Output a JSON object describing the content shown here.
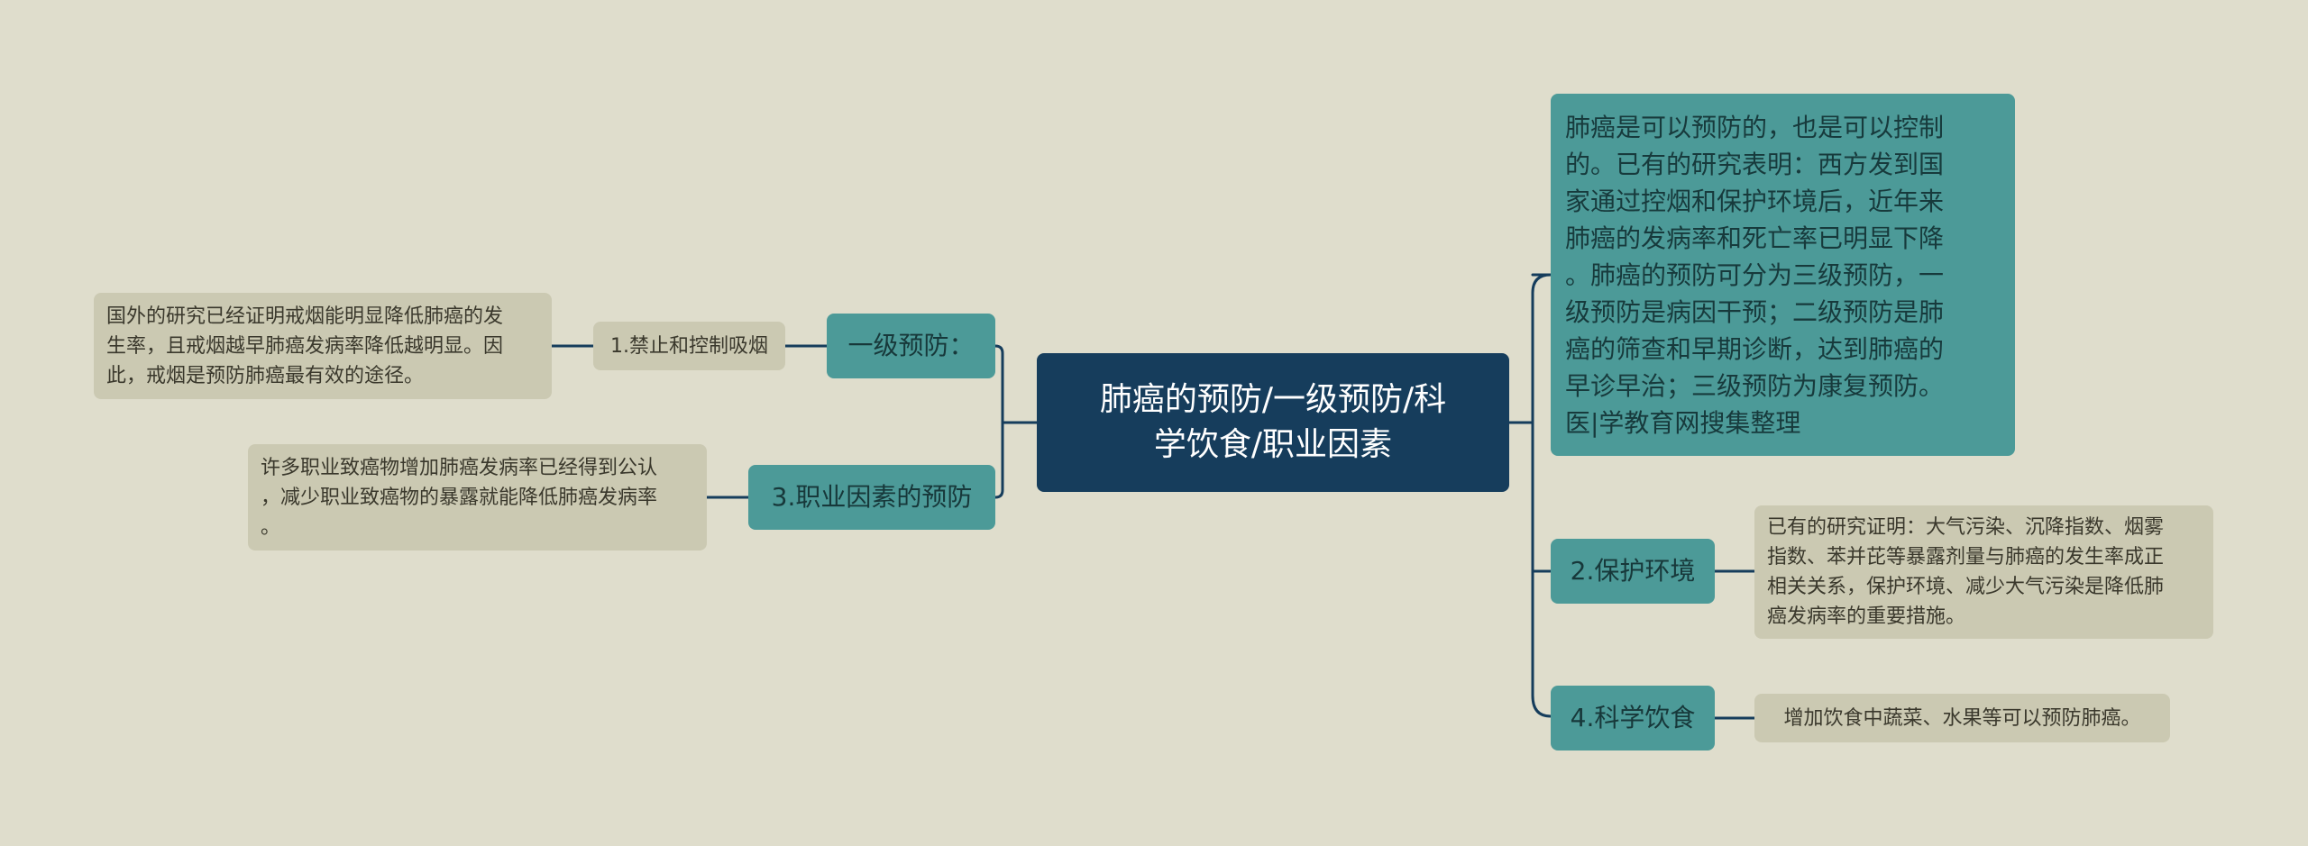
{
  "mindmap": {
    "root": {
      "label": "肺癌的预防/一级预防/科\n学饮食/职业因素"
    },
    "left_branches": [
      {
        "label": "一级预防：",
        "sub": {
          "label": "1.禁止和控制吸烟",
          "detail": "国外的研究已经证明戒烟能明显降低肺癌的发\n生率，且戒烟越早肺癌发病率降低越明显。因\n此，戒烟是预防肺癌最有效的途径。"
        }
      },
      {
        "label": "3.职业因素的预防",
        "detail": "许多职业致癌物增加肺癌发病率已经得到公认\n，减少职业致癌物的暴露就能降低肺癌发病率\n。"
      }
    ],
    "right_branches": [
      {
        "label": "肺癌是可以预防的，也是可以控制\n的。已有的研究表明：西方发到国\n家通过控烟和保护环境后，近年来\n肺癌的发病率和死亡率已明显下降\n。肺癌的预防可分为三级预防，一\n级预防是病因干预；二级预防是肺\n癌的筛查和早期诊断，达到肺癌的\n早诊早治；三级预防为康复预防。\n医|学教育网搜集整理"
      },
      {
        "label": "2.保护环境",
        "detail": "已有的研究证明：大气污染、沉降指数、烟雾\n指数、苯并芘等暴露剂量与肺癌的发生率成正\n相关关系，保护环境、减少大气污染是降低肺\n癌发病率的重要措施。"
      },
      {
        "label": "4.科学饮食",
        "detail": "增加饮食中蔬菜、水果等可以预防肺癌。"
      }
    ],
    "colors": {
      "background": "#dfddcc",
      "root": "#163d5c",
      "branch": "#4c9a98",
      "leaf": "#cbc9b2",
      "connector": "#163d5c"
    }
  }
}
